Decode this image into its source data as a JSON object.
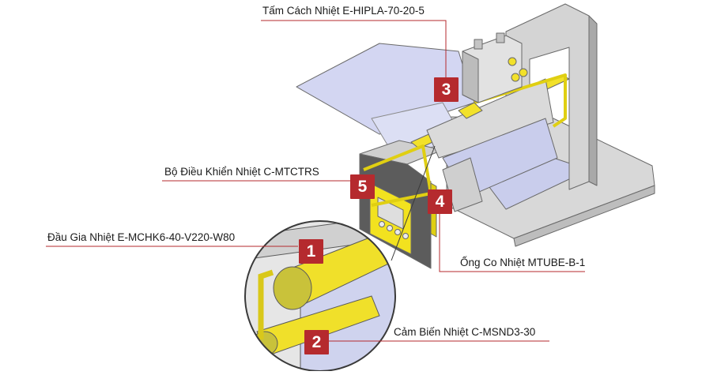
{
  "labels": [
    {
      "id": 1,
      "badge": "1",
      "text": "Đầu Gia Nhiệt E-MCHK6-40-V220-W80"
    },
    {
      "id": 2,
      "badge": "2",
      "text": "Cảm Biến Nhiệt C-MSND3-30"
    },
    {
      "id": 3,
      "badge": "3",
      "text": "Tấm Cách Nhiệt E-HIPLA-70-20-5"
    },
    {
      "id": 4,
      "badge": "4",
      "text": "Ống Co Nhiệt MTUBE-B-1"
    },
    {
      "id": 5,
      "badge": "5",
      "text": "Bộ Điều Khiển Nhiệt C-MTCTRS"
    }
  ],
  "colors": {
    "badge": "#b52a2e",
    "leader": "#b52a2e",
    "heater_yellow": "#f2e12a",
    "machine_gray": "#d9d9d9",
    "dark_panel": "#5a5a5a",
    "film_blue": "#cfd3ef"
  }
}
